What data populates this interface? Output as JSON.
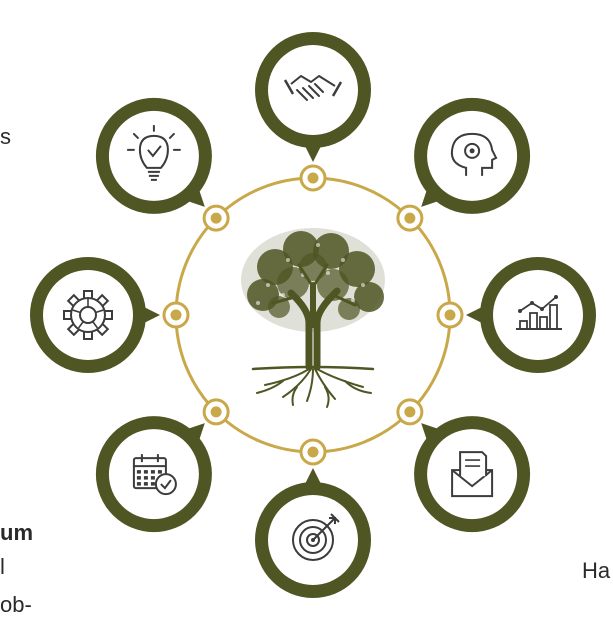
{
  "colors": {
    "olive": "#4f5523",
    "gold": "#c9a849",
    "icon": "#3c3c3c",
    "text": "#2a2a2a"
  },
  "center": {
    "icon": "tree-roots-icon"
  },
  "nodes": [
    {
      "id": "top",
      "icon": "handshake-icon"
    },
    {
      "id": "top-right",
      "icon": "head-gear-icon"
    },
    {
      "id": "right",
      "icon": "bar-chart-growth-icon"
    },
    {
      "id": "bottom-right",
      "icon": "envelope-document-icon"
    },
    {
      "id": "bottom",
      "icon": "target-arrow-icon"
    },
    {
      "id": "bottom-left",
      "icon": "calendar-check-icon"
    },
    {
      "id": "left",
      "icon": "gear-icon"
    },
    {
      "id": "top-left",
      "icon": "lightbulb-check-icon"
    }
  ],
  "edge_text": {
    "left_top": "s",
    "left_bold": "um",
    "left_mid": "l",
    "left_bottom": "ob-",
    "right_bottom": "Ha"
  }
}
